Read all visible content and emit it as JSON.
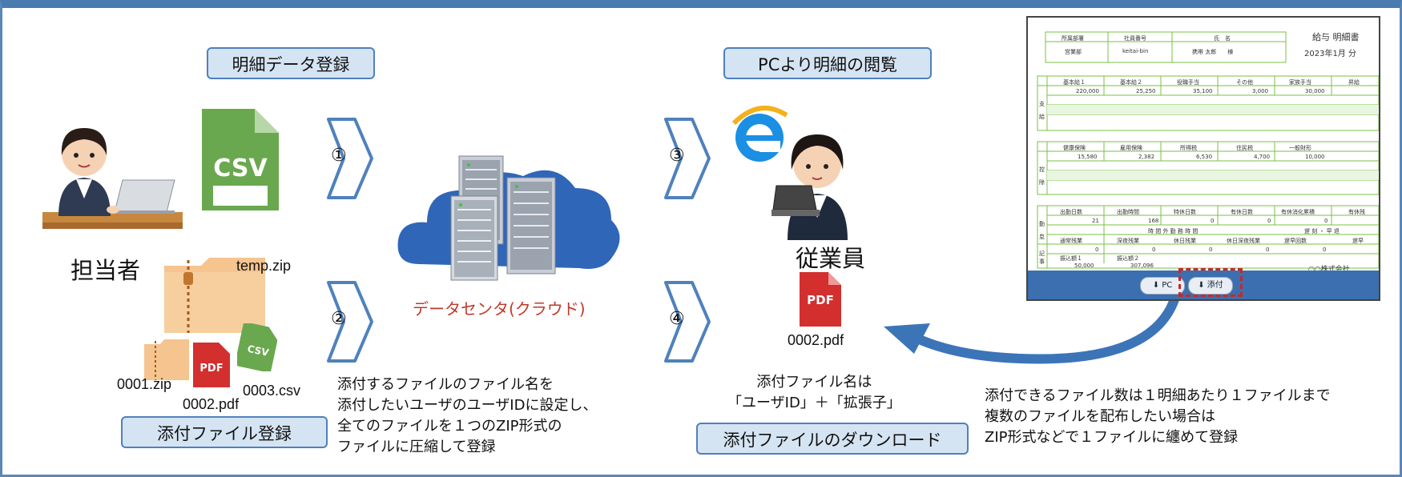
{
  "labels": {
    "register_detail": "明細データ登録",
    "pc_view": "PCより明細の閲覧",
    "register_attachment": "添付ファイル登録",
    "download_attachment": "添付ファイルのダウンロード"
  },
  "steps": [
    "①",
    "②",
    "③",
    "④"
  ],
  "people": {
    "staff": "担当者",
    "employee": "従業員"
  },
  "datacenter": "データセンタ(クラウド)",
  "files": {
    "csv_icon_text": "CSV",
    "pdf_icon_text": "PDF",
    "temp_zip": "temp.zip",
    "zip_0001": "0001.zip",
    "pdf_0002": "0002.pdf",
    "csv_0003": "0003.csv",
    "download_pdf": "0002.pdf"
  },
  "notes": {
    "attach_instructions": [
      "添付するファイルのファイル名を",
      "添付したいユーザのユーザIDに設定し、",
      "全てのファイルを１つのZIP形式の",
      "ファイルに圧縮して登録"
    ],
    "attach_name": [
      "添付ファイル名は",
      "「ユーザID」＋「拡張子」"
    ],
    "limit": [
      "添付できるファイル数は１明細あたり１ファイルまで",
      "複数のファイルを配布したい場合は",
      "ZIP形式などで１ファイルに纏めて登録"
    ]
  },
  "payslip": {
    "headers": [
      "所属部署",
      "社員番号",
      "氏　名"
    ],
    "values": [
      "営業部",
      "keitai-bin",
      "携帯 太郎　　様"
    ],
    "title": "給与 明細書",
    "period": "2023年1月 分",
    "section_pay": "支給",
    "section_deduct": "控除",
    "section_attend": "勤怠",
    "section_note": "記事",
    "pay_heads": [
      "基本給１",
      "基本給２",
      "役職手当",
      "その他",
      "家族手当",
      "昇給"
    ],
    "pay_vals": [
      "220,000",
      "25,250",
      "35,100",
      "3,000",
      "30,000",
      ""
    ],
    "ded_heads": [
      "健康保険",
      "雇用保険",
      "所得税",
      "住民税",
      "一般財形"
    ],
    "ded_vals": [
      "15,580",
      "2,382",
      "6,530",
      "4,700",
      "10,000"
    ],
    "att_heads": [
      "出勤日数",
      "出勤時間",
      "特休日数",
      "有休日数",
      "有休消化累積",
      "有休残"
    ],
    "att_vals": [
      "21",
      "168",
      "0",
      "0",
      "0",
      ""
    ],
    "overtime_title": "時 間 外 勤 務 時 間",
    "late_title": "遅 刻 ・ 早 退",
    "ot_heads": [
      "通常残業",
      "深夜残業",
      "休日残業",
      "休日深夜残業",
      "遅早回数",
      "遅早"
    ],
    "ot_vals": [
      "0",
      "0",
      "0",
      "0",
      "0",
      ""
    ],
    "transfer_heads": [
      "振込額１",
      "振込額２"
    ],
    "transfer_vals": [
      "50,000",
      "307,096"
    ],
    "company": "○○株式会社",
    "btn_pc": "PC",
    "btn_attach": "添付"
  },
  "colors": {
    "frame": "#4a7bb0",
    "label_bg": "#d5e4f3",
    "label_border": "#4f81bd",
    "csv_green": "#70ad47",
    "pdf_red": "#d32f2f",
    "arrow_blue": "#3c74b8",
    "datacenter_text": "#c0392b"
  }
}
